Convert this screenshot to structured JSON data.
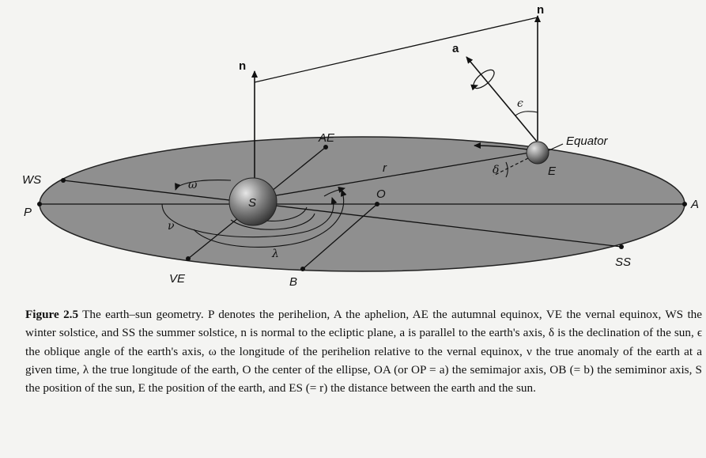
{
  "diagram": {
    "labels": {
      "n_left": "n",
      "n_right": "n",
      "a": "a",
      "AE": "AE",
      "WS": "WS",
      "P": "P",
      "A": "A",
      "VE": "VE",
      "SS": "SS",
      "B": "B",
      "O": "O",
      "S": "S",
      "E": "E",
      "r": "r",
      "omega": "ω",
      "nu": "ν",
      "lambda": "λ",
      "delta": "δ",
      "epsilon": "ϵ",
      "equator": "Equator"
    },
    "colors": {
      "ellipse_fill": "#8f8f8f",
      "ink": "#111111",
      "sphere_light": "#d8d8d8",
      "sphere_dark": "#3a3a3a"
    }
  },
  "caption": {
    "figure_label": "Figure 2.5",
    "lines": [
      "The earth–sun geometry. P denotes the perihelion, A the aphelion, AE the autumnal",
      "equinox, VE the vernal equinox, WS the winter solstice, and SS the summer solstice, n is normal to the",
      "ecliptic plane, a is parallel to the earth's axis, δ is the declination of the sun, ϵ the oblique angle of the",
      "earth's axis, ω the longitude of the perihelion relative to the vernal equinox, ν the true anomaly of the earth",
      "at a given time, λ the true longitude of the earth, O the center of the ellipse, OA (or OP = a) the semimajor",
      "axis, OB (= b) the semiminor axis, S the position of the sun, E the position of the earth, and ES (= r) the",
      "distance between the earth and the sun."
    ]
  }
}
